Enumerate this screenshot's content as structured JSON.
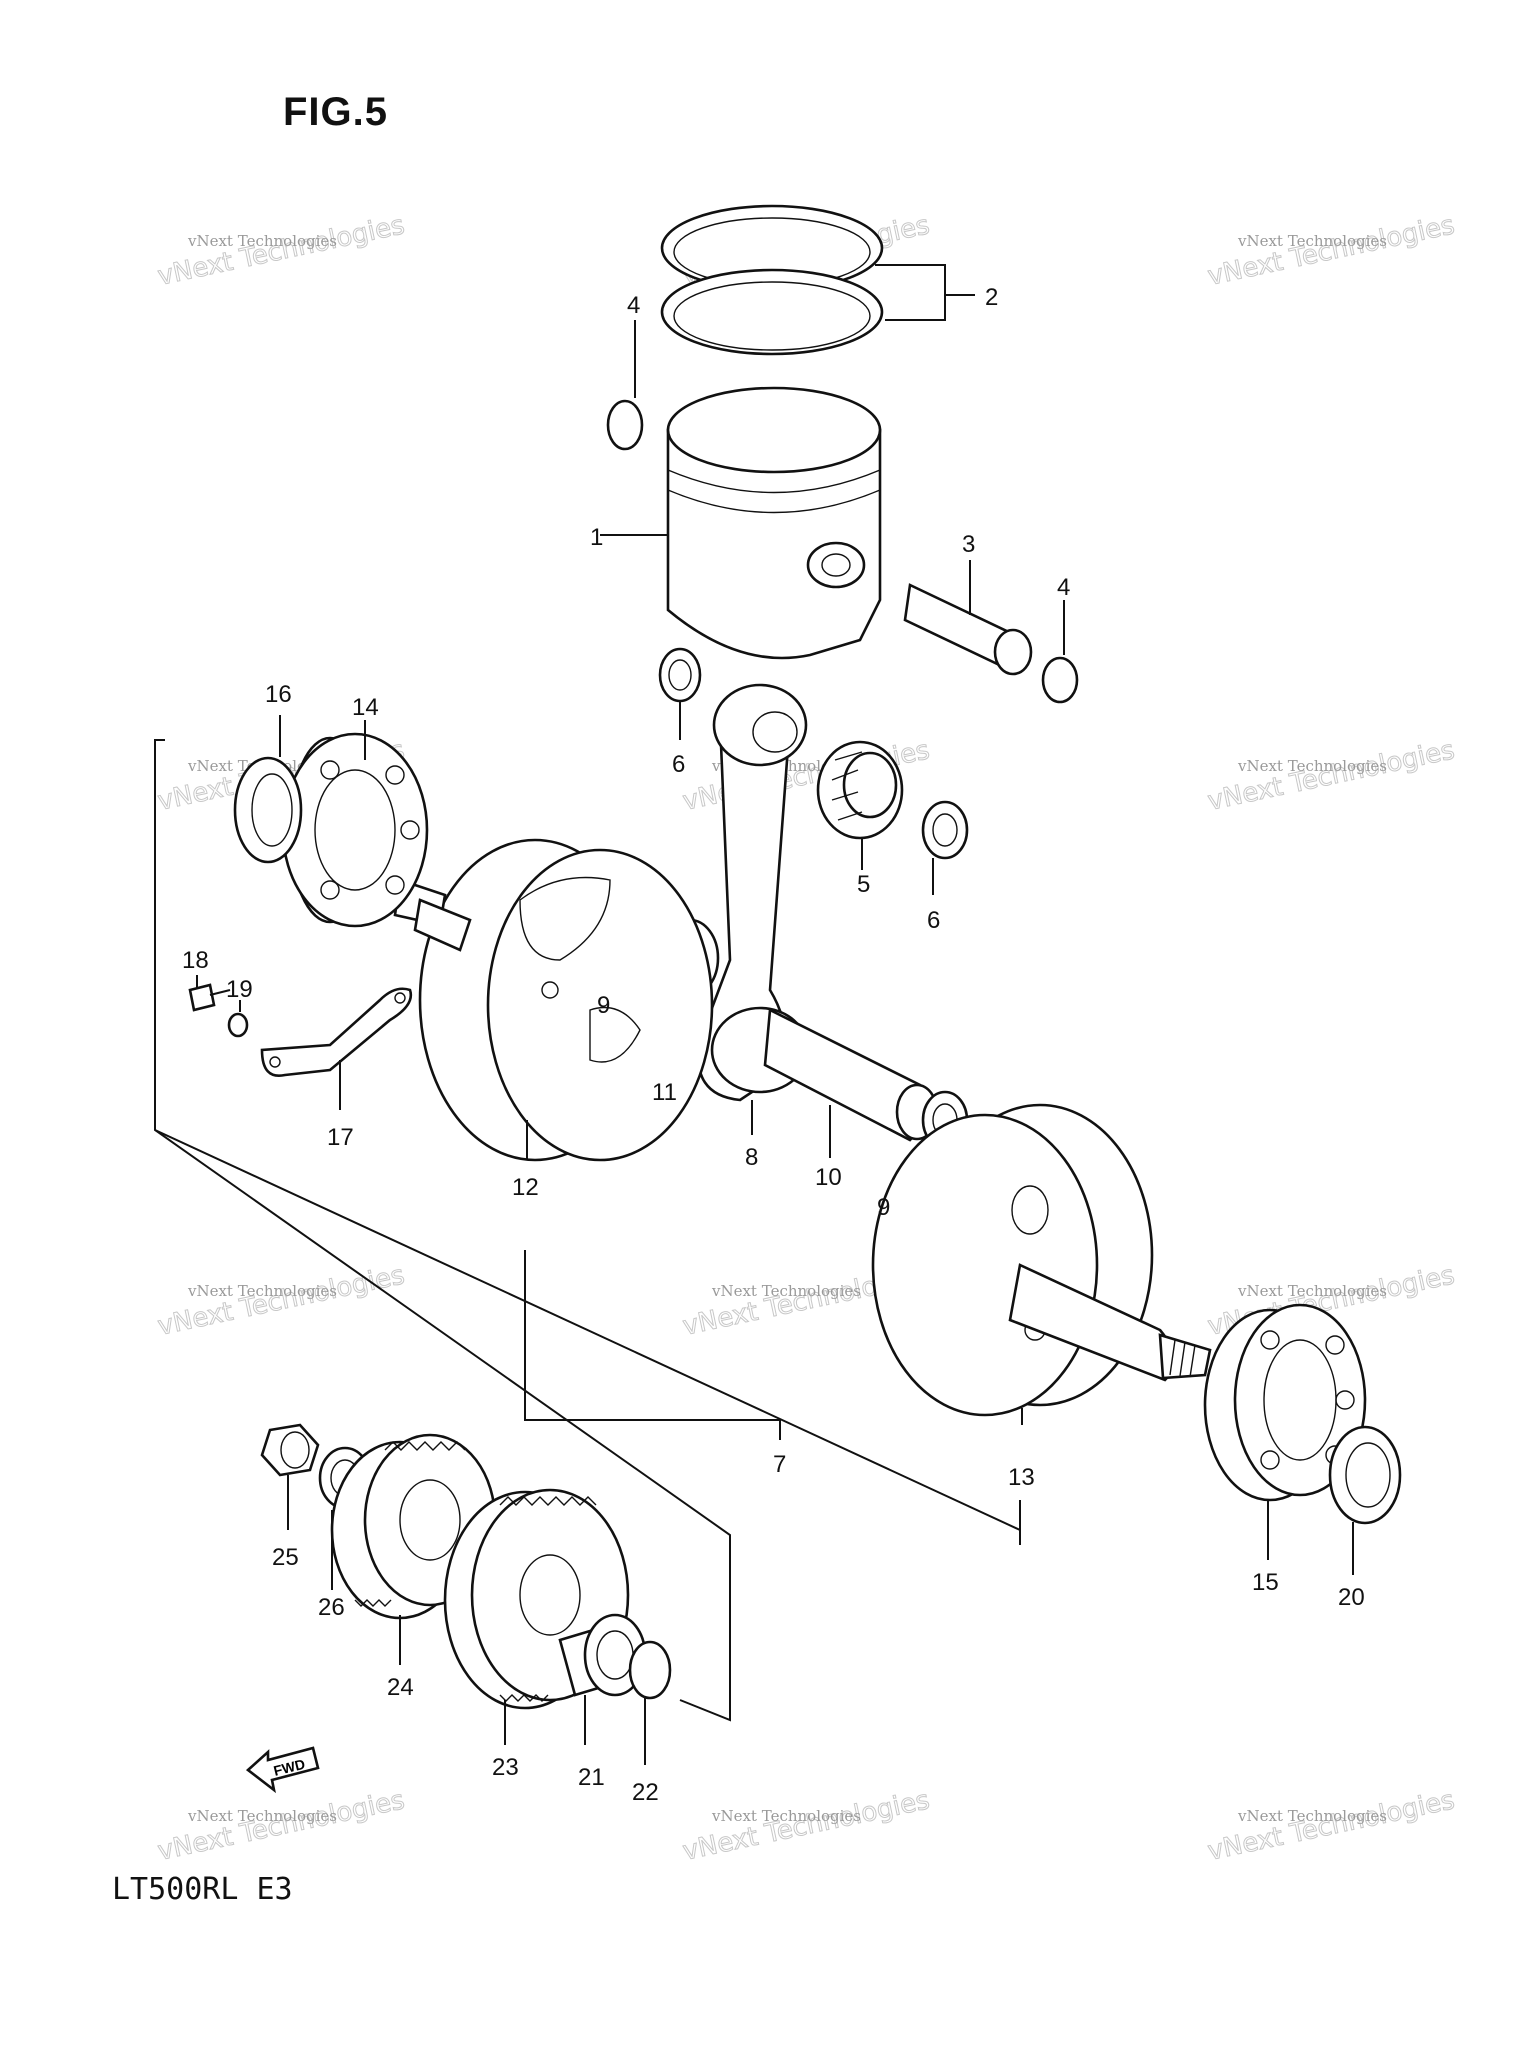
{
  "figure": {
    "title": "FIG.5",
    "model_code": "LT500RL  E3",
    "fwd_label": "FWD"
  },
  "watermark": {
    "line1": "vNext Technologies",
    "line2": "vNext Technologies"
  },
  "callouts": [
    "1",
    "2",
    "3",
    "4",
    "4",
    "5",
    "6",
    "6",
    "7",
    "8",
    "9",
    "9",
    "10",
    "11",
    "12",
    "13",
    "14",
    "15",
    "16",
    "17",
    "18",
    "19",
    "20",
    "21",
    "22",
    "23",
    "24",
    "25",
    "26"
  ]
}
